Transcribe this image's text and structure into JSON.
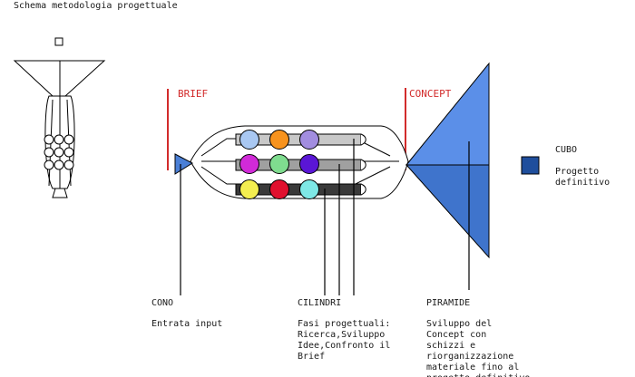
{
  "title": "Schema metodologia progettuale",
  "labels": {
    "brief": "BRIEF",
    "concept": "CONCEPT",
    "cubo": "CUBO",
    "cubo_desc": "Progetto\ndefinitivo",
    "cono": "CONO",
    "cono_desc": "Entrata input",
    "cilindri": "CILINDRI",
    "cilindri_desc": "Fasi progettuali:\nRicerca,Sviluppo\nIdee,Confronto il\nBrief",
    "piramide": "PIRAMIDE",
    "piramide_desc": "Sviluppo del\nConcept con\nschizzi e\nriorganizzazione\nmateriale fino al\nprogetto definitivo"
  },
  "colors": {
    "accent_red": "#d22b2b",
    "pyramid_light": "#5b8fe8",
    "pyramid_dark": "#3f74cc",
    "cube": "#1f4e9c",
    "cone": "#4a7fd6",
    "line": "#000000"
  },
  "circles": [
    [
      "#a9c8f2",
      "#f7931e",
      "#a28de0"
    ],
    [
      "#d12ad8",
      "#7fdc8f",
      "#5a16d6"
    ],
    [
      "#f4ee50",
      "#e0102e",
      "#7ee8e6"
    ]
  ]
}
